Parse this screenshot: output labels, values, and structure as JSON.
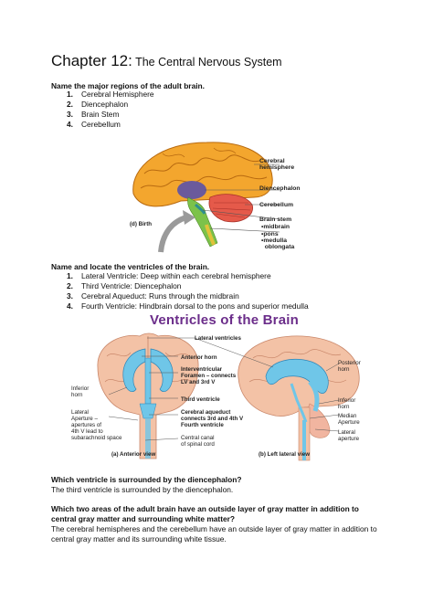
{
  "title": {
    "main": "Chapter 12:",
    "sub": " The Central Nervous System"
  },
  "section1": {
    "question": "Name the major regions of the adult brain.",
    "items": [
      "Cerebral Hemisphere",
      "Diencephalon",
      "Brain Stem",
      "Cerebellum"
    ]
  },
  "figure1": {
    "label_birth": "(d) Birth",
    "labels": {
      "cerebral": "Cerebral\nhemisphere",
      "diencephalon": "Diencephalon",
      "cerebellum": "Cerebellum",
      "brainstem": "Brain stem",
      "midbrain": "•midbrain",
      "pons": "•pons",
      "medulla": "•medulla\n  oblongata"
    }
  },
  "section2": {
    "question": "Name and locate the ventricles of the brain.",
    "items": [
      "Lateral Ventricle: Deep within each cerebral hemisphere",
      "Third Ventricle: Diencephalon",
      "Cerebral Aqueduct: Runs through the midbrain",
      "Fourth Ventricle: Hindbrain dorsal to the pons and superior medulla"
    ]
  },
  "figure2": {
    "title": "Ventricles of the Brain",
    "labels": {
      "lateral_ventricles": "Lateral ventricles",
      "anterior_horn": "Anterior horn",
      "interventricular": "Interventricular\nForamen – connects\nLV and 3rd V",
      "third_ventricle": "Third ventricle",
      "inferior_horn_left": "Inferior\nhorn",
      "lateral_aperture_left": "Lateral\nAperture –\napertures of\n4th V lead to\nsubarachnoid space",
      "cerebral_aqueduct": "Cerebral aqueduct\nconnects 3rd and 4th V",
      "fourth_ventricle": "Fourth ventricle",
      "central_canal": "Central canal\nof spinal cord",
      "posterior_horn": "Posterior\nhorn",
      "inferior_horn_right": "Inferior\nhorn",
      "median_aperture": "Median\nAperture",
      "lateral_aperture_right": "Lateral\naperture",
      "caption_a": "(a) Anterior view",
      "caption_b": "(b) Left lateral view"
    }
  },
  "section3": {
    "question": "Which ventricle is surrounded by the diencephalon?",
    "answer": "The third ventricle is surrounded by the diencephalon."
  },
  "section4": {
    "question": "Which two areas of the adult brain have an outside layer of gray matter in addition to central gray matter and surrounding white matter?",
    "answer": "The cerebral hemispheres and the cerebellum have an outside layer of gray matter in addition to central gray matter and its surrounding white tissue."
  }
}
